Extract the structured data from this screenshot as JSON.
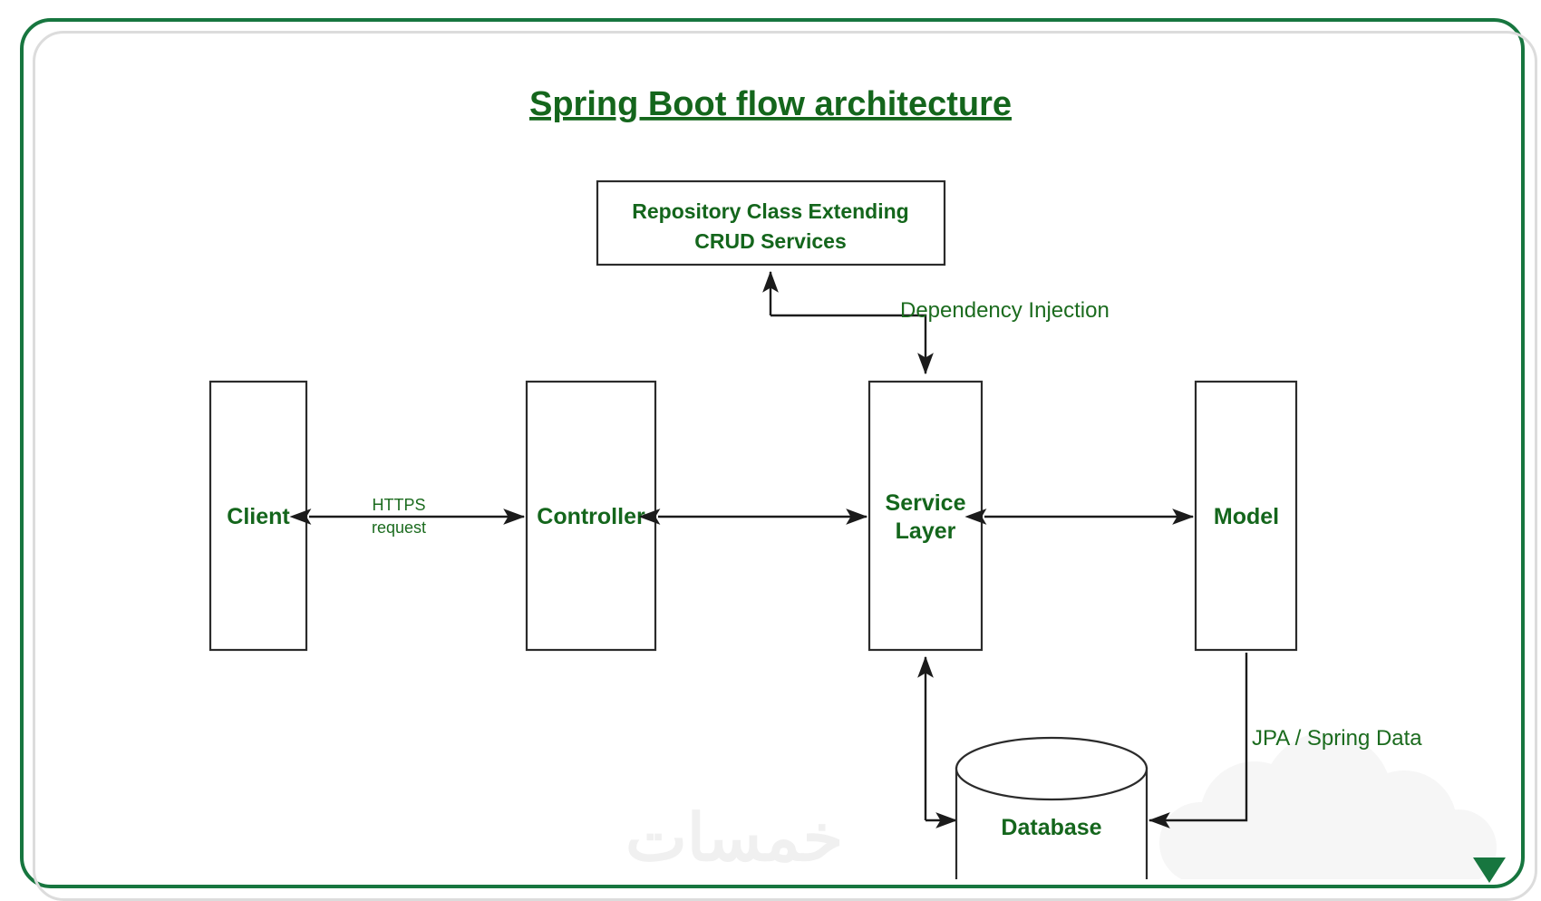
{
  "page": {
    "title": "Spring Boot flow architecture",
    "background_color": "#ffffff",
    "frame_outer_color": "#17763f",
    "frame_inner_color": "#dcdcdc",
    "accent_green": "#14661c",
    "line_color": "#1b1b1b"
  },
  "watermark": {
    "text": "خمسات",
    "color": "#f0f0f0"
  },
  "nodes": {
    "repository": {
      "line1": "Repository Class Extending",
      "line2": "CRUD Services"
    },
    "client": {
      "label": "Client"
    },
    "controller": {
      "label": "Controller"
    },
    "service": {
      "line1": "Service",
      "line2": "Layer"
    },
    "model": {
      "label": "Model"
    },
    "database": {
      "label": "Database"
    }
  },
  "edges": {
    "dependency_injection": {
      "label": "Dependency Injection"
    },
    "https_request": {
      "line1": "HTTPS",
      "line2": "request"
    },
    "jpa_spring_data": {
      "label": "JPA / Spring Data"
    }
  }
}
